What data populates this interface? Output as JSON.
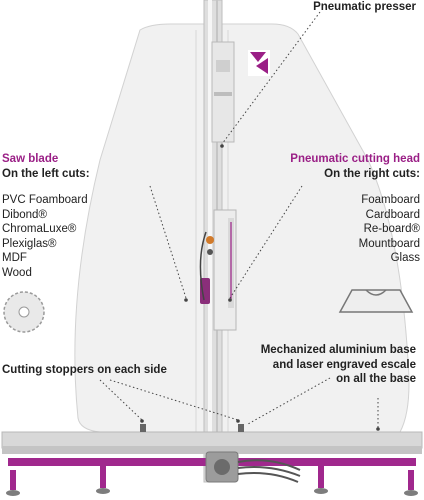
{
  "colors": {
    "accent": "#9a1f86",
    "panel": "#f1f1f1",
    "frame": "#c9c9c9",
    "base_purple": "#a0288d",
    "text": "#222222"
  },
  "labels": {
    "pneumatic_presser": "Pneumatic presser",
    "saw_blade": "Saw blade",
    "left_cuts_title": "On the left cuts:",
    "left_cuts": [
      "PVC Foamboard",
      "Dibond®",
      "ChromaLuxe®",
      "Plexiglas®",
      "MDF",
      "Wood"
    ],
    "cutting_head": "Pneumatic cutting head",
    "right_cuts_title": "On the right cuts:",
    "right_cuts": [
      "Foamboard",
      "Cardboard",
      "Re-board®",
      "Mountboard",
      "Glass"
    ],
    "base_line1": "Mechanized aluminium base",
    "base_line2": "and laser engraved escale",
    "base_line3": "on all the base",
    "stoppers": "Cutting stoppers on each side"
  },
  "icons": [
    "brand-logo-icon",
    "saw-blade-icon",
    "utility-blade-icon"
  ]
}
